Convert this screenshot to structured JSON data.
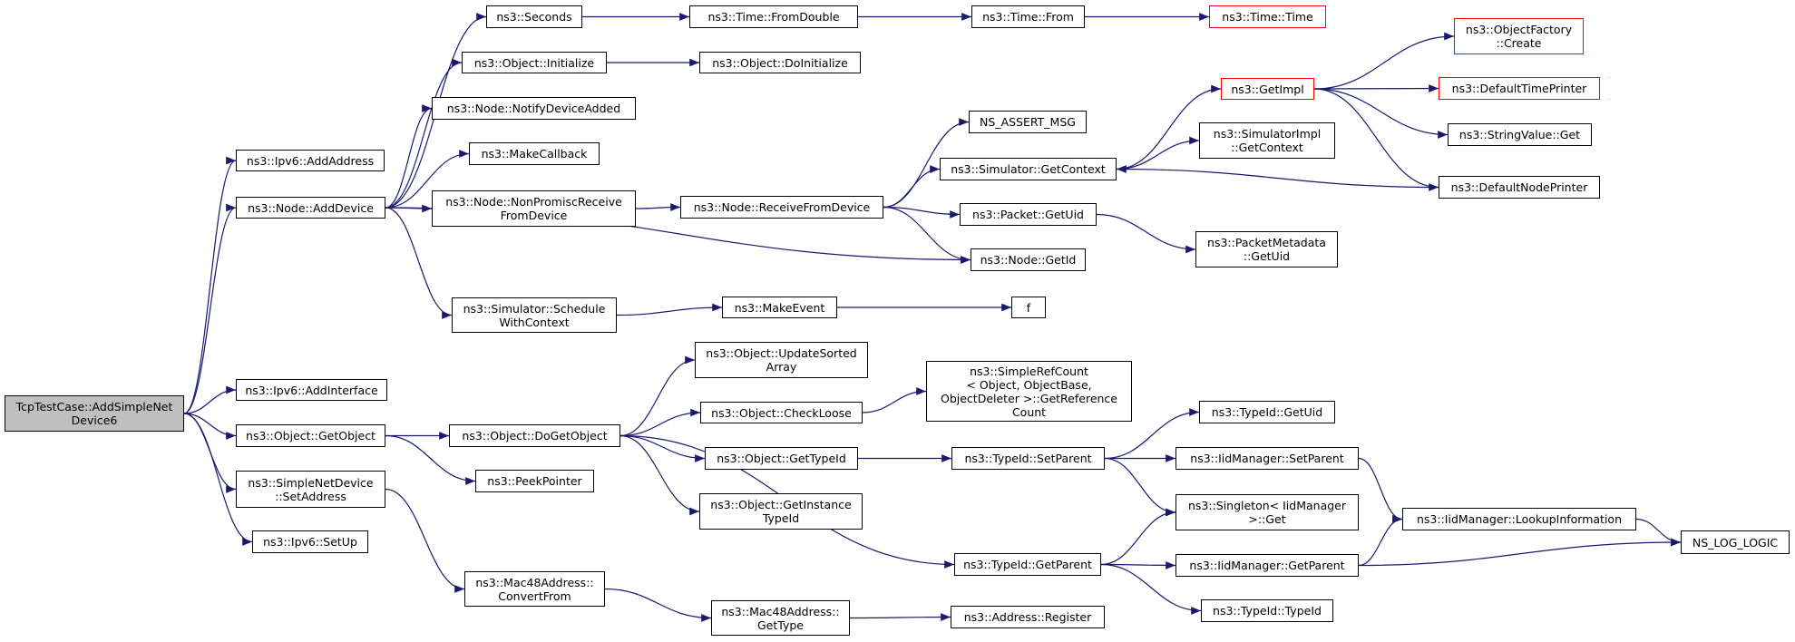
{
  "colors": {
    "edge": "#191970",
    "node_border": "#000000",
    "truncated_border": "#ff0000",
    "root_fill": "#bfbfbf"
  },
  "nodes": [
    {
      "id": "root",
      "lines": [
        "TcpTestCase::AddSimpleNet",
        "Device6"
      ],
      "style": "root"
    },
    {
      "id": "ipv6_addaddress",
      "lines": [
        "ns3::Ipv6::AddAddress"
      ]
    },
    {
      "id": "node_adddevice",
      "lines": [
        "ns3::Node::AddDevice"
      ]
    },
    {
      "id": "ipv6_addinterface",
      "lines": [
        "ns3::Ipv6::AddInterface"
      ]
    },
    {
      "id": "object_getobject",
      "lines": [
        "ns3::Object::GetObject"
      ]
    },
    {
      "id": "simplenetdevice_setaddress",
      "lines": [
        "ns3::SimpleNetDevice",
        "::SetAddress"
      ]
    },
    {
      "id": "ipv6_setup",
      "lines": [
        "ns3::Ipv6::SetUp"
      ]
    },
    {
      "id": "seconds",
      "lines": [
        "ns3::Seconds"
      ]
    },
    {
      "id": "object_initialize",
      "lines": [
        "ns3::Object::Initialize"
      ]
    },
    {
      "id": "node_notifydeviceadded",
      "lines": [
        "ns3::Node::NotifyDeviceAdded"
      ]
    },
    {
      "id": "makecallback",
      "lines": [
        "ns3::MakeCallback"
      ]
    },
    {
      "id": "node_nonpromiscreceive",
      "lines": [
        "ns3::Node::NonPromiscReceive",
        "FromDevice"
      ]
    },
    {
      "id": "simulator_schedulewithcontext",
      "lines": [
        "ns3::Simulator::Schedule",
        "WithContext"
      ]
    },
    {
      "id": "object_dogetobject",
      "lines": [
        "ns3::Object::DoGetObject"
      ]
    },
    {
      "id": "peekpointer",
      "lines": [
        "ns3::PeekPointer"
      ]
    },
    {
      "id": "mac48_convertfrom",
      "lines": [
        "ns3::Mac48Address::",
        "ConvertFrom"
      ]
    },
    {
      "id": "time_fromdouble",
      "lines": [
        "ns3::Time::FromDouble"
      ]
    },
    {
      "id": "object_doinitialize",
      "lines": [
        "ns3::Object::DoInitialize"
      ]
    },
    {
      "id": "node_receivefromdevice",
      "lines": [
        "ns3::Node::ReceiveFromDevice"
      ]
    },
    {
      "id": "makeevent",
      "lines": [
        "ns3::MakeEvent"
      ]
    },
    {
      "id": "object_updatesortedarray",
      "lines": [
        "ns3::Object::UpdateSorted",
        "Array"
      ]
    },
    {
      "id": "object_checkloose",
      "lines": [
        "ns3::Object::CheckLoose"
      ]
    },
    {
      "id": "object_gettypeid",
      "lines": [
        "ns3::Object::GetTypeId"
      ]
    },
    {
      "id": "object_getinstancetypeid",
      "lines": [
        "ns3::Object::GetInstance",
        "TypeId"
      ]
    },
    {
      "id": "mac48_gettype",
      "lines": [
        "ns3::Mac48Address::",
        "GetType"
      ]
    },
    {
      "id": "time_from",
      "lines": [
        "ns3::Time::From"
      ]
    },
    {
      "id": "ns_assert_msg",
      "lines": [
        "NS_ASSERT_MSG"
      ]
    },
    {
      "id": "simulator_getcontext",
      "lines": [
        "ns3::Simulator::GetContext"
      ]
    },
    {
      "id": "packet_getuid",
      "lines": [
        "ns3::Packet::GetUid"
      ]
    },
    {
      "id": "node_getid",
      "lines": [
        "ns3::Node::GetId"
      ]
    },
    {
      "id": "f",
      "lines": [
        "f"
      ]
    },
    {
      "id": "simplerefcount",
      "lines": [
        "ns3::SimpleRefCount",
        "< Object, ObjectBase,",
        "ObjectDeleter >::GetReference",
        "Count"
      ]
    },
    {
      "id": "typeid_setparent",
      "lines": [
        "ns3::TypeId::SetParent"
      ]
    },
    {
      "id": "typeid_getparent",
      "lines": [
        "ns3::TypeId::GetParent"
      ]
    },
    {
      "id": "address_register",
      "lines": [
        "ns3::Address::Register"
      ]
    },
    {
      "id": "time_time",
      "lines": [
        "ns3::Time::Time"
      ],
      "style": "red"
    },
    {
      "id": "getimpl",
      "lines": [
        "ns3::GetImpl"
      ],
      "style": "red"
    },
    {
      "id": "simulatorimpl_getcontext",
      "lines": [
        "ns3::SimulatorImpl",
        "::GetContext"
      ]
    },
    {
      "id": "packetmetadata_getuid",
      "lines": [
        "ns3::PacketMetadata",
        "::GetUid"
      ]
    },
    {
      "id": "typeid_getuid",
      "lines": [
        "ns3::TypeId::GetUid"
      ]
    },
    {
      "id": "iidmanager_setparent",
      "lines": [
        "ns3::IidManager::SetParent"
      ]
    },
    {
      "id": "singleton_get",
      "lines": [
        "ns3::Singleton< IidManager",
        ">::Get"
      ]
    },
    {
      "id": "iidmanager_getparent",
      "lines": [
        "ns3::IidManager::GetParent"
      ]
    },
    {
      "id": "typeid_typeid",
      "lines": [
        "ns3::TypeId::TypeId"
      ]
    },
    {
      "id": "objectfactory_create",
      "lines": [
        "ns3::ObjectFactory",
        "::Create"
      ],
      "style": "red"
    },
    {
      "id": "defaulttimeprinter",
      "lines": [
        "ns3::DefaultTimePrinter"
      ],
      "style": "red"
    },
    {
      "id": "stringvalue_get",
      "lines": [
        "ns3::StringValue::Get"
      ]
    },
    {
      "id": "defaultnodeprinter",
      "lines": [
        "ns3::DefaultNodePrinter"
      ]
    },
    {
      "id": "iidmanager_lookupinformation",
      "lines": [
        "ns3::IidManager::LookupInformation"
      ]
    },
    {
      "id": "ns_log_logic",
      "lines": [
        "NS_LOG_LOGIC"
      ]
    }
  ],
  "edges": [
    [
      "root",
      "ipv6_addaddress"
    ],
    [
      "root",
      "node_adddevice"
    ],
    [
      "root",
      "ipv6_addinterface"
    ],
    [
      "root",
      "object_getobject"
    ],
    [
      "root",
      "simplenetdevice_setaddress"
    ],
    [
      "root",
      "ipv6_setup"
    ],
    [
      "node_adddevice",
      "seconds"
    ],
    [
      "node_adddevice",
      "object_initialize"
    ],
    [
      "node_adddevice",
      "node_notifydeviceadded"
    ],
    [
      "node_adddevice",
      "makecallback"
    ],
    [
      "node_adddevice",
      "node_nonpromiscreceive"
    ],
    [
      "node_adddevice",
      "node_getid"
    ],
    [
      "node_adddevice",
      "simulator_schedulewithcontext"
    ],
    [
      "seconds",
      "time_fromdouble"
    ],
    [
      "time_fromdouble",
      "time_from"
    ],
    [
      "time_from",
      "time_time"
    ],
    [
      "object_initialize",
      "object_doinitialize"
    ],
    [
      "node_nonpromiscreceive",
      "node_receivefromdevice"
    ],
    [
      "node_receivefromdevice",
      "ns_assert_msg"
    ],
    [
      "node_receivefromdevice",
      "simulator_getcontext"
    ],
    [
      "node_receivefromdevice",
      "packet_getuid"
    ],
    [
      "node_receivefromdevice",
      "node_getid"
    ],
    [
      "simulator_getcontext",
      "getimpl"
    ],
    [
      "simulator_getcontext",
      "simulatorimpl_getcontext"
    ],
    [
      "getimpl",
      "objectfactory_create"
    ],
    [
      "getimpl",
      "defaulttimeprinter"
    ],
    [
      "getimpl",
      "stringvalue_get"
    ],
    [
      "getimpl",
      "defaultnodeprinter"
    ],
    [
      "defaultnodeprinter",
      "simulator_getcontext"
    ],
    [
      "packet_getuid",
      "packetmetadata_getuid"
    ],
    [
      "simulator_schedulewithcontext",
      "makeevent"
    ],
    [
      "makeevent",
      "f"
    ],
    [
      "object_getobject",
      "object_dogetobject"
    ],
    [
      "object_getobject",
      "peekpointer"
    ],
    [
      "object_dogetobject",
      "object_updatesortedarray"
    ],
    [
      "object_dogetobject",
      "object_checkloose"
    ],
    [
      "object_dogetobject",
      "object_gettypeid"
    ],
    [
      "object_dogetobject",
      "object_getinstancetypeid"
    ],
    [
      "object_dogetobject",
      "typeid_getparent"
    ],
    [
      "object_checkloose",
      "simplerefcount"
    ],
    [
      "object_gettypeid",
      "typeid_setparent"
    ],
    [
      "typeid_setparent",
      "typeid_getuid"
    ],
    [
      "typeid_setparent",
      "iidmanager_setparent"
    ],
    [
      "typeid_setparent",
      "singleton_get"
    ],
    [
      "typeid_getparent",
      "singleton_get"
    ],
    [
      "typeid_getparent",
      "iidmanager_getparent"
    ],
    [
      "typeid_getparent",
      "typeid_typeid"
    ],
    [
      "iidmanager_setparent",
      "iidmanager_lookupinformation"
    ],
    [
      "iidmanager_getparent",
      "iidmanager_lookupinformation"
    ],
    [
      "iidmanager_getparent",
      "ns_log_logic"
    ],
    [
      "iidmanager_lookupinformation",
      "ns_log_logic"
    ],
    [
      "simplenetdevice_setaddress",
      "mac48_convertfrom"
    ],
    [
      "mac48_convertfrom",
      "mac48_gettype"
    ],
    [
      "mac48_gettype",
      "address_register"
    ]
  ]
}
